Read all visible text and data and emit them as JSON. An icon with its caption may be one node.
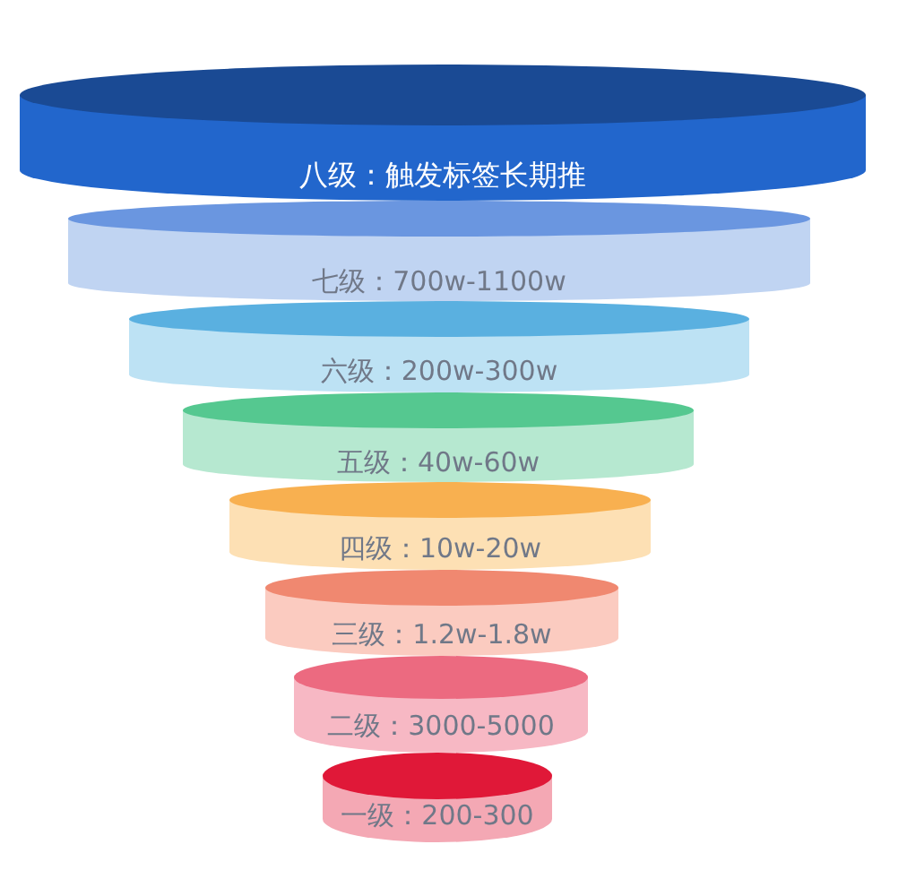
{
  "diagram": {
    "nodes": [
      {
        "text": [
          "八级：触发标签长期推"
        ]
      },
      {
        "text": [
          "七级：700w-1100w"
        ]
      },
      {
        "text": [
          "六级：200w-300w"
        ]
      },
      {
        "text": [
          "五级：40w-60w"
        ]
      },
      {
        "text": [
          "四级：10w-20w"
        ]
      },
      {
        "text": [
          "三级：1.2w-1.8w"
        ]
      },
      {
        "text": [
          "二级：3000-5000"
        ]
      },
      {
        "text": [
          "一级：200-300"
        ]
      }
    ]
  }
}
